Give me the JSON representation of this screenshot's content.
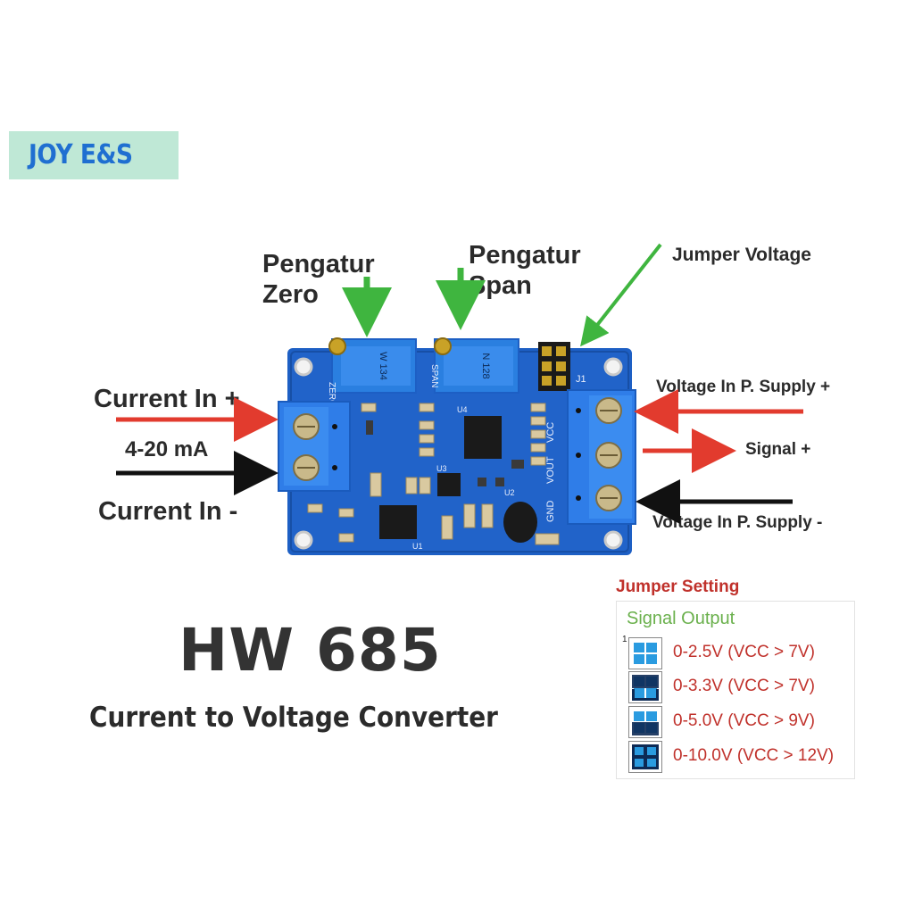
{
  "brand": "JOY E&S",
  "labels": {
    "zero_line1": "Pengatur",
    "zero_line2": "Zero",
    "span_line1": "Pengatur",
    "span_line2": "Span",
    "jumper_voltage": "Jumper Voltage",
    "current_in_plus": "Current In +",
    "current_range": "4-20 mA",
    "current_in_minus": "Current In -",
    "supply_plus": "Voltage In P. Supply +",
    "signal_plus": "Signal +",
    "supply_minus": "Voltage In P. Supply -"
  },
  "product": {
    "model": "HW 685",
    "description": "Current to Voltage Converter"
  },
  "board_markings": {
    "zero": "ZERO",
    "span": "SPAN",
    "pot1": "W 134",
    "pot2": "N 128",
    "vcc": "VCC",
    "vout": "VOUT",
    "gnd": "GND",
    "j1": "J1",
    "u4": "U4",
    "u3": "U3",
    "u2": "U2",
    "u1": "U1"
  },
  "jumper_setting": {
    "title": "Jumper Setting",
    "subtitle": "Signal Output",
    "pin_one": "1",
    "options": [
      {
        "label": "0-2.5V (VCC > 7V)"
      },
      {
        "label": "0-3.3V (VCC > 7V)"
      },
      {
        "label": "0-5.0V (VCC > 9V)"
      },
      {
        "label": "0-10.0V (VCC > 12V)"
      }
    ]
  },
  "colors": {
    "red_arrow": "#e23b2e",
    "black_arrow": "#111111",
    "green_arrow": "#3fb53f",
    "pcb": "#1d5fc4",
    "terminal": "#2f7de8"
  }
}
